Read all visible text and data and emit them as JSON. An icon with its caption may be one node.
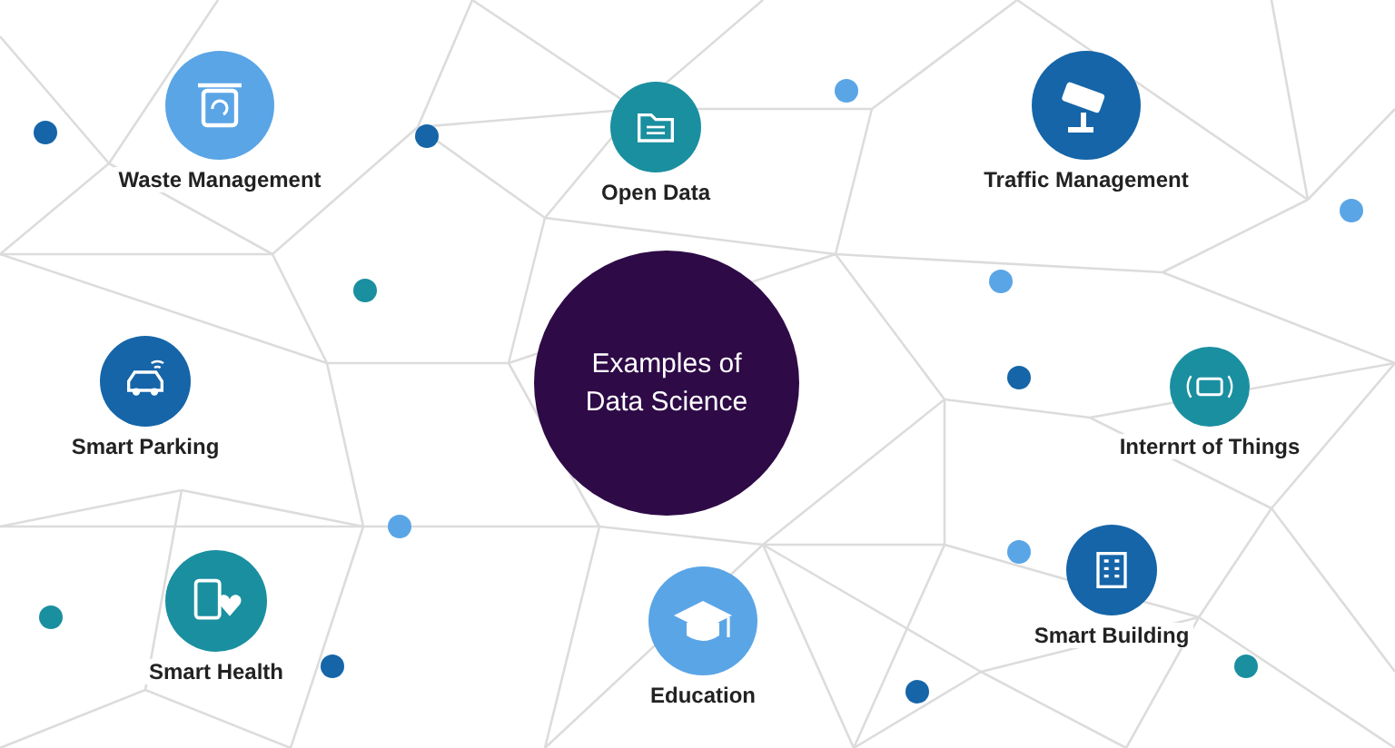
{
  "diagram": {
    "nodes": [
      {
        "text": [
          "Examples of Data Science"
        ]
      },
      {
        "text": [
          "Waste Management"
        ]
      },
      {
        "text": [
          "Open Data"
        ]
      },
      {
        "text": [
          "Traffic Management"
        ]
      },
      {
        "text": [
          "Smart Parking"
        ]
      },
      {
        "text": [
          "Internrt of Things"
        ]
      },
      {
        "text": [
          "Smart Health"
        ]
      },
      {
        "text": [
          "Education"
        ]
      },
      {
        "text": [
          "Smart Building"
        ]
      }
    ]
  }
}
